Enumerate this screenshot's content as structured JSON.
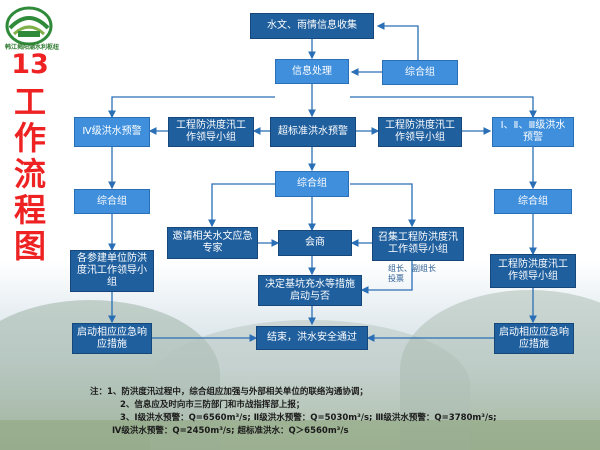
{
  "logo": {
    "text": "韩江揭阳潮水利枢纽"
  },
  "title": {
    "number": "13",
    "chars": [
      "工",
      "作",
      "流",
      "程",
      "图"
    ]
  },
  "boxes": {
    "collect": "水文、雨情信息收集",
    "process": "信息处理",
    "integrate_top": "综合组",
    "warn_iv": "Ⅳ级洪水预警",
    "leader_left": "工程防洪度汛工作领导小组",
    "beyond": "超标准洪水预警",
    "leader_right": "工程防洪度汛工作领导小组",
    "warn_123": "Ⅰ、Ⅱ、Ⅲ级洪水预警",
    "integrate_mid": "综合组",
    "integrate_left": "综合组",
    "integrate_right": "综合组",
    "experts": "邀请相关水文应急专家",
    "consult": "会商",
    "convene": "召集工程防洪度汛工作领导小组",
    "units_leader": "各参建单位防洪度汛工作领导小组",
    "leader_right2": "工程防洪度汛工作领导小组",
    "decide": "决定基坑充水等措施启动与否",
    "emergency_left": "启动相应应急响应措施",
    "end": "结束，洪水安全通过",
    "emergency_right": "启动相应应急响应措施"
  },
  "vote_label": "组长、副组长投票",
  "notes": [
    "注：1、防洪度汛过程中，综合组应加强与外部相关单位的联络沟通协调；",
    "2、信息应及时向市三防部门和市战指挥部上报；",
    "3、Ⅰ级洪水预警：Q=6560m³/s;  Ⅱ级洪水预警：Q=5030m³/s;  Ⅲ级洪水预警：Q=3780m³/s;",
    "Ⅳ级洪水预警：Q=2450m³/s;  超标准洪水：Q＞6560m³/s"
  ],
  "colors": {
    "dark_box": "#1f5f9e",
    "light_box": "#3f8fdd",
    "title": "#ee2222",
    "arrow": "#2a6fb5"
  }
}
